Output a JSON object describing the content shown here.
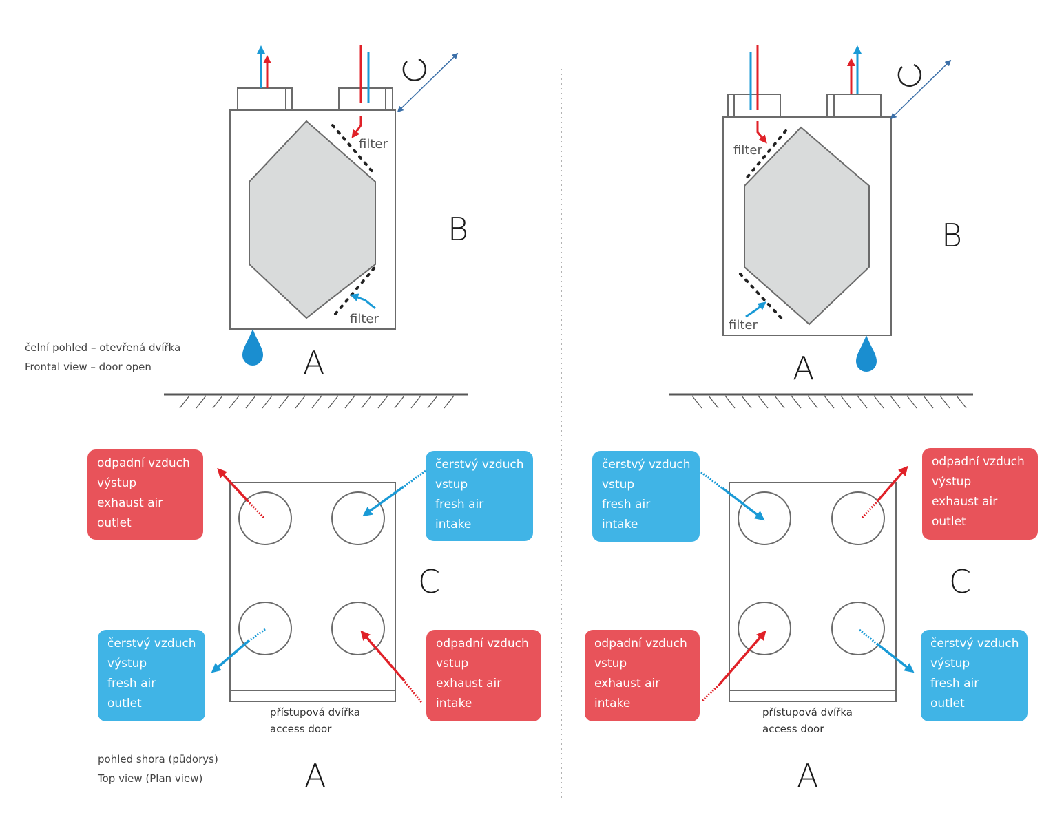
{
  "colors": {
    "exhaust": "#e8535a",
    "fresh": "#40b4e6",
    "arrow_red": "#e02128",
    "arrow_blue": "#1a9ad6",
    "door_arrow": "#3b6fa8",
    "core": "#d9dbdb",
    "outline": "#6b6b6b"
  },
  "front_view": {
    "caption_cz": "čelní pohled – otevřená dvířka",
    "caption_en": "Frontal view – door open",
    "filter_label": "filter",
    "label_b": "B",
    "label_a": "A",
    "icons": [
      "water-drop-icon",
      "rotate-icon",
      "double-arrow-icon"
    ]
  },
  "top_view": {
    "caption_cz": "pohled shora (půdorys)",
    "caption_en": "Top view (Plan view)",
    "door_cz": "přístupová dvířka",
    "door_en": "access door",
    "label_c": "C",
    "label_a": "A",
    "boxes": {
      "exhaust_outlet": [
        "odpadní vzduch",
        "výstup",
        "exhaust air",
        "outlet"
      ],
      "fresh_intake": [
        "čerstvý vzduch",
        "vstup",
        "fresh air",
        "intake"
      ],
      "fresh_outlet": [
        "čerstvý vzduch",
        "výstup",
        "fresh air",
        "outlet"
      ],
      "exhaust_intake": [
        "odpadní vzduch",
        "vstup",
        "exhaust air",
        "intake"
      ]
    }
  }
}
